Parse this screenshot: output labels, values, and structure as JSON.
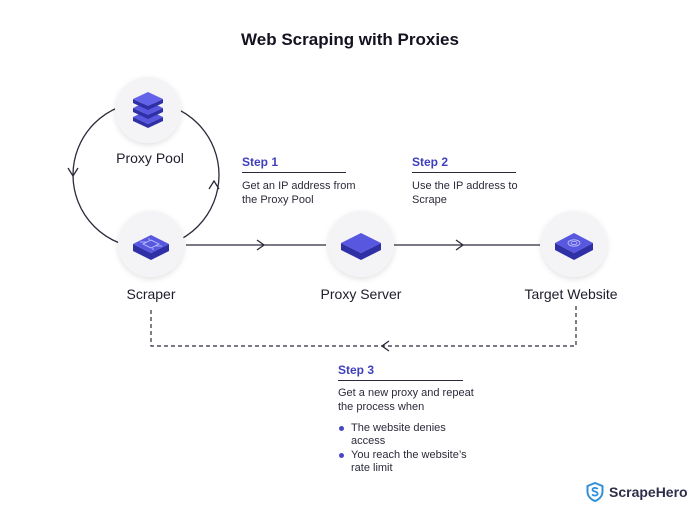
{
  "title": "Web Scraping with Proxies",
  "nodes": {
    "proxy_pool": "Proxy Pool",
    "scraper": "Scraper",
    "proxy_server": "Proxy Server",
    "target_website": "Target Website"
  },
  "steps": [
    {
      "title": "Step 1",
      "text": [
        "Get an IP address from",
        "the Proxy Pool"
      ]
    },
    {
      "title": "Step 2",
      "text": [
        "Use the IP address to",
        "Scrape"
      ]
    },
    {
      "title": "Step 3",
      "text": [
        "Get a new proxy and repeat",
        "the process when"
      ],
      "bullets": [
        [
          "The website denies",
          "access"
        ],
        [
          "You reach the website’s",
          "rate limit"
        ]
      ]
    }
  ],
  "brand": {
    "name": "ScrapeHero"
  },
  "colors": {
    "accent": "#3f3fbd",
    "icon_top": "#5757e0",
    "icon_side": "#2f2fa6",
    "line": "#2b2b3b",
    "circle_bg": "#f4f4f6"
  }
}
